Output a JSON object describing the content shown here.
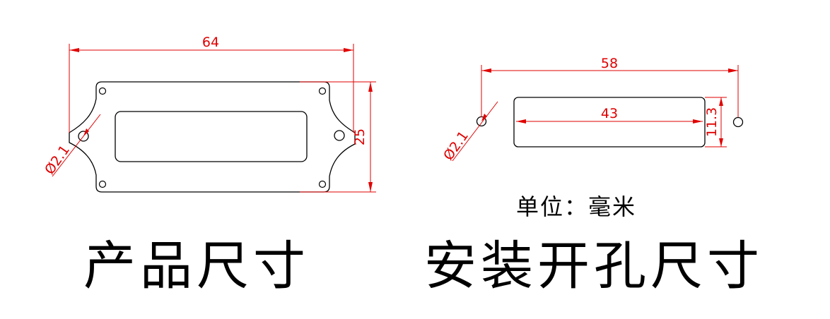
{
  "product_drawing": {
    "width_dim": "64",
    "height_dim": "25",
    "hole_dim": "Ø2.1"
  },
  "cutout_drawing": {
    "width_dim": "58",
    "slot_width_dim": "43",
    "slot_height_dim": "11.3",
    "hole_dim": "Ø2.1"
  },
  "unit_label": "单位：毫米",
  "titles": {
    "product_size": "产品尺寸",
    "cutout_size": "安装开孔尺寸"
  },
  "colors": {
    "dimension": "#e00000",
    "outline": "#000000"
  }
}
